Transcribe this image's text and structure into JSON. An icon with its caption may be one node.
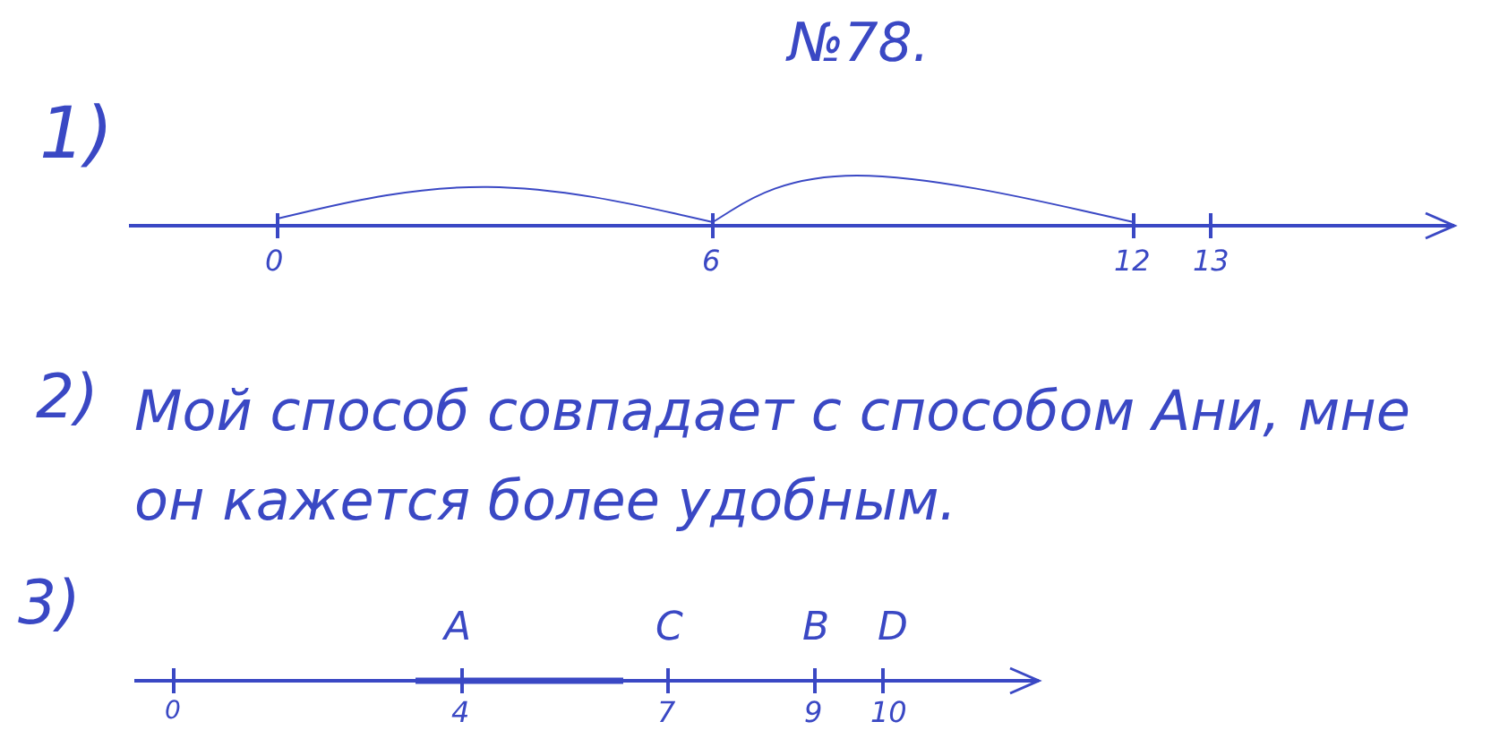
{
  "diagram": {
    "labels": [
      "№78.",
      "1)",
      "0",
      "6",
      "12",
      "13",
      "2)",
      "Мой способ совпадает с способом Ани, мне он кажется более удобным.",
      "3)",
      "A",
      "C",
      "B",
      "D",
      "0",
      "4",
      "7",
      "9",
      "10"
    ]
  }
}
